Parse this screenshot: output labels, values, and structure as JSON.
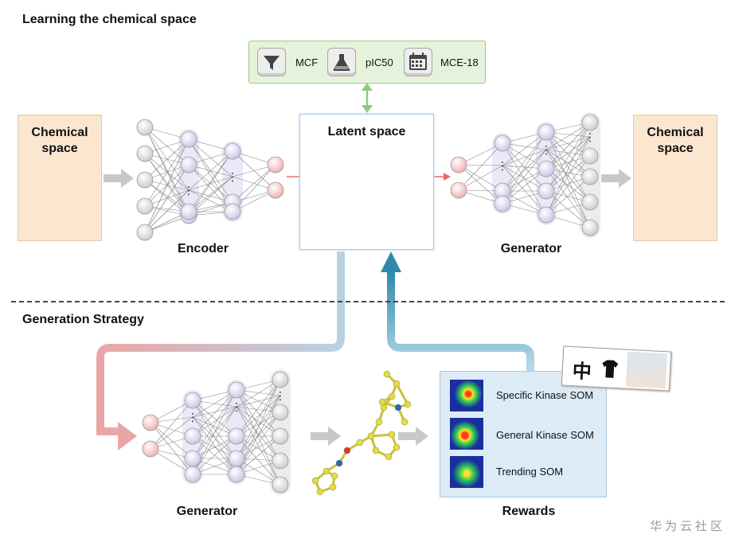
{
  "sections": {
    "top_title": "Learning the chemical space",
    "bottom_title": "Generation Strategy"
  },
  "properties": {
    "items": [
      {
        "icon": "funnel-icon",
        "label": "MCF"
      },
      {
        "icon": "flask-icon",
        "label": "pIC50"
      },
      {
        "icon": "calendar-icon",
        "label": "MCE-18"
      }
    ]
  },
  "chemical_space_left": {
    "label": "Chemical space"
  },
  "chemical_space_right": {
    "label": "Chemical space"
  },
  "encoder": {
    "label": "Encoder"
  },
  "latent": {
    "label": "Latent space"
  },
  "generator_top": {
    "label": "Generator"
  },
  "generator_bottom": {
    "label": "Generator"
  },
  "rewards": {
    "label": "Rewards",
    "items": [
      {
        "label": "Specific Kinase SOM"
      },
      {
        "label": "General Kinase SOM"
      },
      {
        "label": "Trending SOM"
      }
    ]
  },
  "badge": {
    "char": "中"
  },
  "watermark": "华为云社区",
  "colors": {
    "node_gray": "#d8d8d8",
    "node_purple": "#dcd8ef",
    "node_pink": "#f7c9c9",
    "arrow_blue": "#2f89a8",
    "arrow_pink": "#e79a9a",
    "props_bg": "#e6f3dc",
    "chem_bg": "#fbe7cf",
    "rewards_bg": "#dcebf6"
  }
}
